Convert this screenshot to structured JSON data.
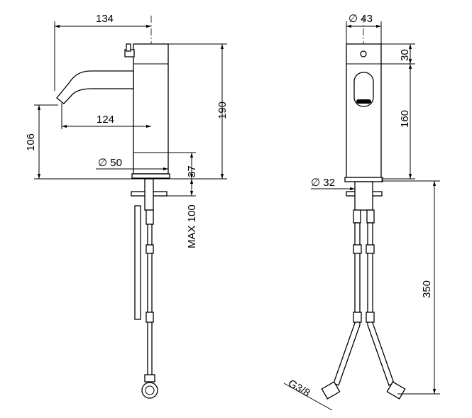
{
  "side_view": {
    "dim_overall_depth": "134",
    "dim_spout_reach": "124",
    "dim_spout_height": "106",
    "dim_total_height": "190",
    "dim_base_diameter": "∅ 50",
    "dim_base_height": "37",
    "dim_max_deck": "MAX 100"
  },
  "front_view": {
    "dim_body_diameter": "∅ 43",
    "dim_cap_height": "30",
    "dim_body_height": "160",
    "dim_shank_diameter": "∅ 32",
    "dim_hose_length": "350",
    "dim_thread": "G3/8"
  }
}
